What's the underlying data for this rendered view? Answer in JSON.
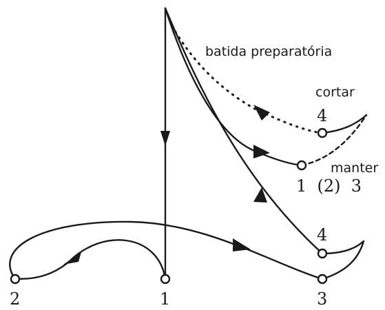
{
  "diagram": {
    "labels": {
      "preparatory_beat": "batida preparatória",
      "cut": "cortar",
      "hold": "manter"
    },
    "beats": {
      "cut_beat": "4",
      "hold_beats": "1  (2)  3",
      "lower_right_upper": "4",
      "lower_right_lower": "3",
      "bottom_left": "2",
      "bottom_center": "1"
    }
  }
}
